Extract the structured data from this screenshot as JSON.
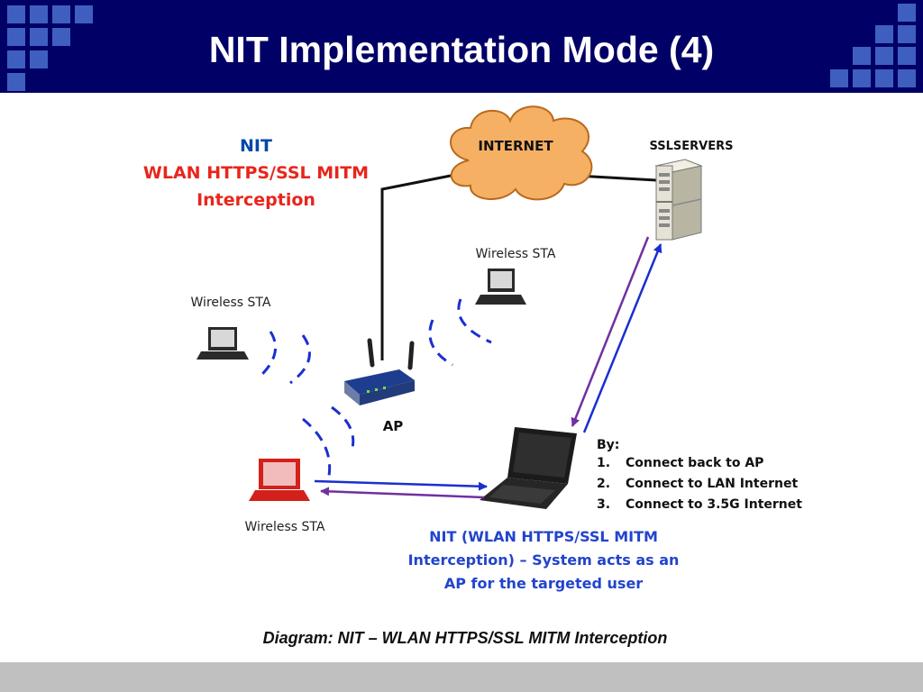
{
  "slide": {
    "title": "NIT Implementation Mode (4)"
  },
  "diagram": {
    "heading": {
      "line1": "NIT",
      "line2": "WLAN HTTPS/SSL MITM",
      "line3": "Interception"
    },
    "internet_label": "INTERNET",
    "servers_label": "SSLSERVERS",
    "sta_left_label": "Wireless STA",
    "sta_top_label": "Wireless STA",
    "sta_target_label": "Wireless STA",
    "ap_label": "AP",
    "by": {
      "title": "By:",
      "items": [
        {
          "num": "1.",
          "text": "Connect back to AP"
        },
        {
          "num": "2.",
          "text": "Connect to LAN Internet"
        },
        {
          "num": "3.",
          "text": "Connect to 3.5G Internet"
        }
      ]
    },
    "nit_note": {
      "line1": "NIT (WLAN HTTPS/SSL MITM",
      "line2": "Interception) – System acts as an",
      "line3": "AP for the targeted user"
    },
    "caption": "Diagram: NIT – WLAN HTTPS/SSL MITM Interception"
  },
  "colors": {
    "header_bg": "#000066",
    "header_squares": "#3f5fc0",
    "heading_blue": "#0047ab",
    "heading_red": "#e8251c",
    "note_blue": "#2244cc",
    "wifi_blue": "#1a2fd0",
    "arrow_purple": "#7030a0",
    "cloud_fill": "#f6b064",
    "footer_bar": "#c0c0c0"
  }
}
